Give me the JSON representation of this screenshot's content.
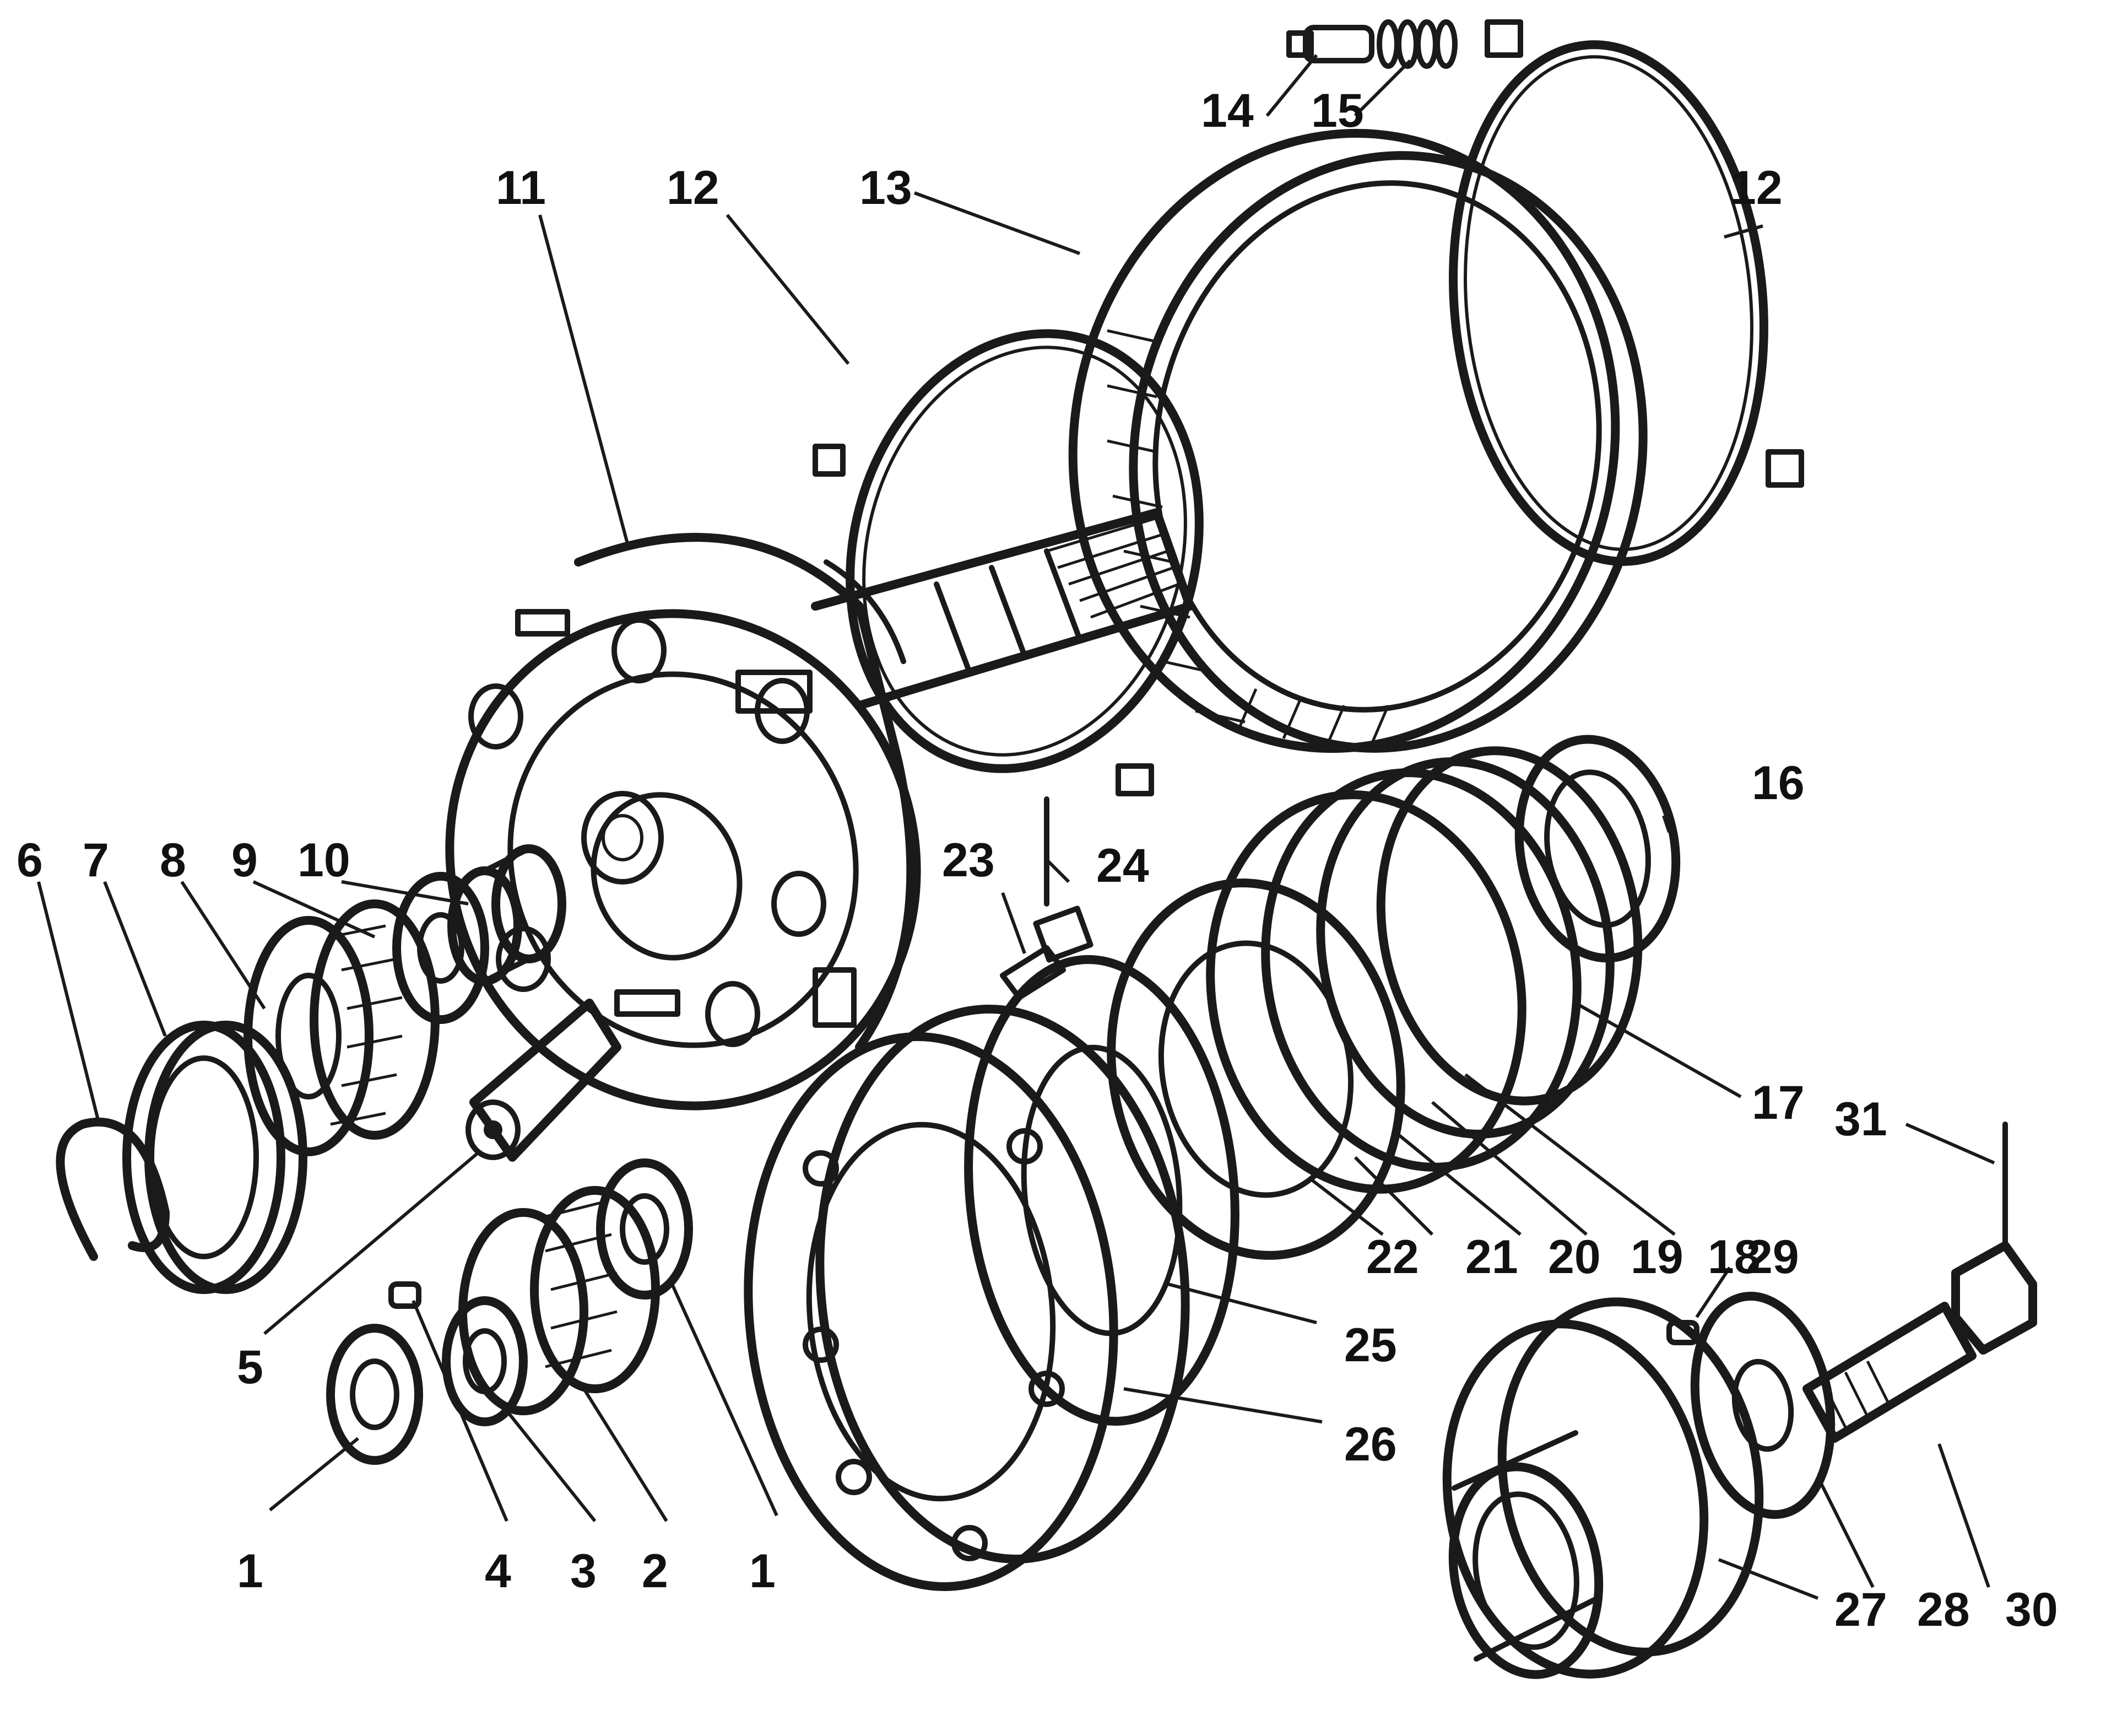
{
  "callouts": {
    "c1a": "1",
    "c1b": "1",
    "c2": "2",
    "c3": "3",
    "c4": "4",
    "c5": "5",
    "c6": "6",
    "c7": "7",
    "c8": "8",
    "c9": "9",
    "c10": "10",
    "c11": "11",
    "c12a": "12",
    "c12b": "12",
    "c13": "13",
    "c14": "14",
    "c15": "15",
    "c16": "16",
    "c17": "17",
    "c18": "18",
    "c19": "19",
    "c20": "20",
    "c21": "21",
    "c22": "22",
    "c23": "23",
    "c24": "24",
    "c25": "25",
    "c26": "26",
    "c27": "27",
    "c28": "28",
    "c29": "29",
    "c30": "30",
    "c31": "31"
  },
  "colors": {
    "ink": "#1a1a1a",
    "paper": "#ffffff"
  }
}
